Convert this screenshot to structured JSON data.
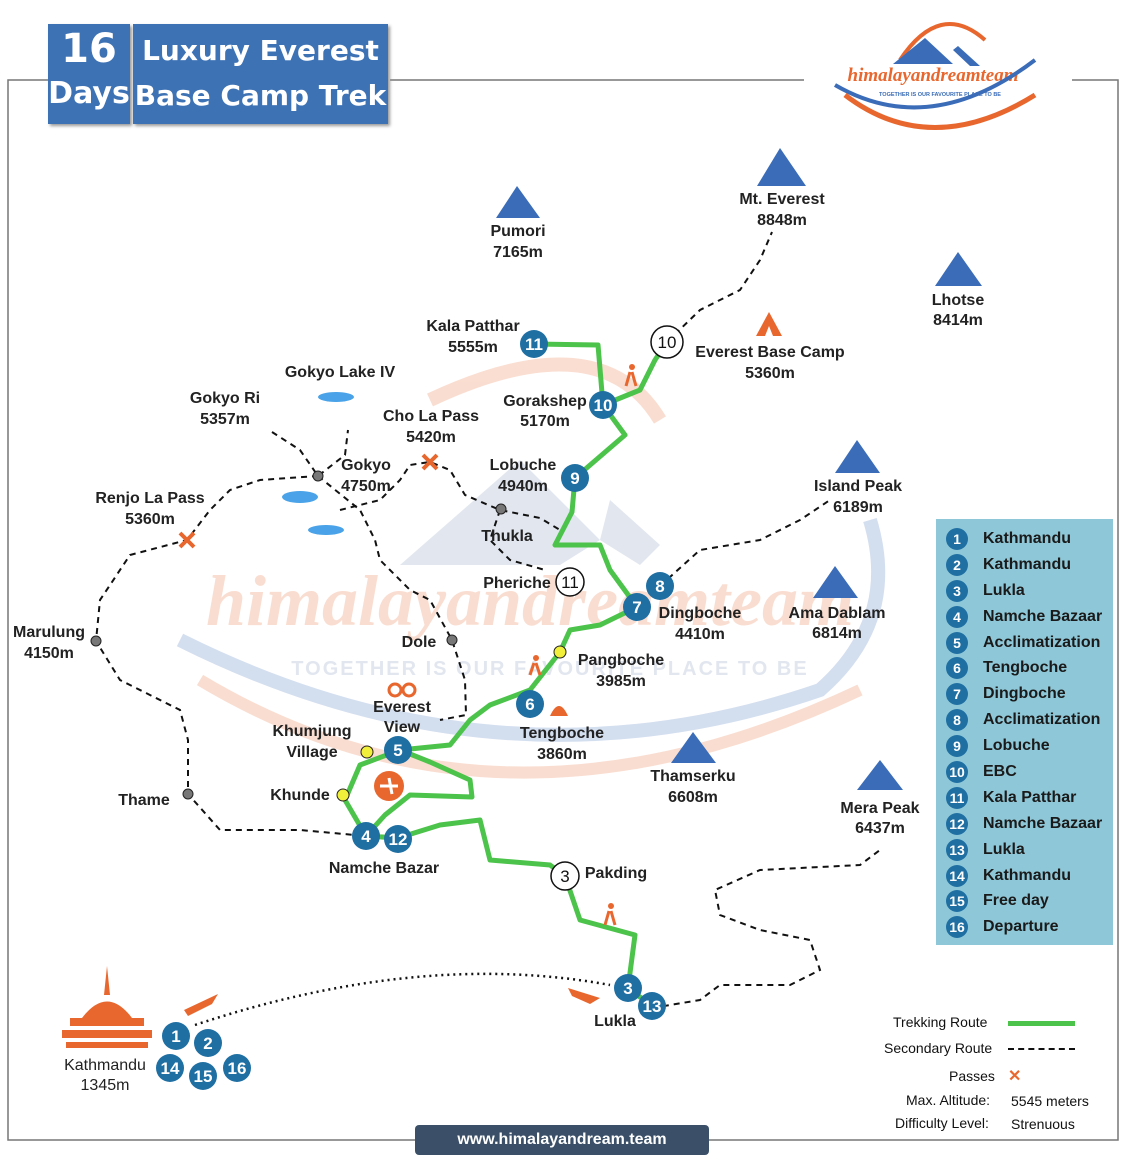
{
  "title": {
    "days_number": "16",
    "days_word": "Days",
    "line1": "Luxury Everest",
    "line2": "Base Camp Trek"
  },
  "logo": {
    "name": "himalayandreamteam",
    "tagline": "TOGETHER IS OUR FAVOURITE PLACE TO BE"
  },
  "watermark": {
    "name": "himalayandreamteam",
    "tagline": "TOGETHER IS OUR FAVOURITE PLACE TO BE"
  },
  "colors": {
    "trek_route": "#4cc34a",
    "mountain": "#3a6cb8",
    "badge": "#1f6fa3",
    "legend_bg": "#8ec8d8",
    "pass": "#e8672e",
    "accent_orange": "#e8672e"
  },
  "peaks": [
    {
      "name": "Pumori",
      "alt": "7165m"
    },
    {
      "name": "Mt. Everest",
      "alt": "8848m"
    },
    {
      "name": "Lhotse",
      "alt": "8414m"
    },
    {
      "name": "Island Peak",
      "alt": "6189m"
    },
    {
      "name": "Ama Dablam",
      "alt": "6814m"
    },
    {
      "name": "Thamserku",
      "alt": "6608m"
    },
    {
      "name": "Mera Peak",
      "alt": "6437m"
    }
  ],
  "places": [
    {
      "name": "Kala Patthar",
      "alt": "5555m"
    },
    {
      "name": "Everest Base Camp",
      "alt": "5360m"
    },
    {
      "name": "Gorakshep",
      "alt": "5170m"
    },
    {
      "name": "Gokyo Lake IV",
      "alt": ""
    },
    {
      "name": "Gokyo Ri",
      "alt": "5357m"
    },
    {
      "name": "Cho La Pass",
      "alt": "5420m"
    },
    {
      "name": "Gokyo",
      "alt": "4750m"
    },
    {
      "name": "Lobuche",
      "alt": "4940m"
    },
    {
      "name": "Renjo La Pass",
      "alt": "5360m"
    },
    {
      "name": "Thukla",
      "alt": ""
    },
    {
      "name": "Pheriche",
      "alt": ""
    },
    {
      "name": "Dingboche",
      "alt": "4410m"
    },
    {
      "name": "Marulung",
      "alt": "4150m"
    },
    {
      "name": "Dole",
      "alt": ""
    },
    {
      "name": "Pangboche",
      "alt": "3985m"
    },
    {
      "name": "Everest",
      "alt": "View"
    },
    {
      "name": "Khumjung",
      "alt": "Village"
    },
    {
      "name": "Tengboche",
      "alt": "3860m"
    },
    {
      "name": "Khunde",
      "alt": ""
    },
    {
      "name": "Thame",
      "alt": ""
    },
    {
      "name": "Namche Bazar",
      "alt": ""
    },
    {
      "name": "Pakding",
      "alt": ""
    },
    {
      "name": "Lukla",
      "alt": ""
    },
    {
      "name": "Kathmandu",
      "alt": "1345m"
    }
  ],
  "itinerary": [
    {
      "day": "1",
      "place": "Kathmandu"
    },
    {
      "day": "2",
      "place": "Kathmandu"
    },
    {
      "day": "3",
      "place": "Lukla"
    },
    {
      "day": "4",
      "place": "Namche Bazaar"
    },
    {
      "day": "5",
      "place": "Acclimatization"
    },
    {
      "day": "6",
      "place": "Tengboche"
    },
    {
      "day": "7",
      "place": "Dingboche"
    },
    {
      "day": "8",
      "place": "Acclimatization"
    },
    {
      "day": "9",
      "place": "Lobuche"
    },
    {
      "day": "10",
      "place": "EBC"
    },
    {
      "day": "11",
      "place": "Kala Patthar"
    },
    {
      "day": "12",
      "place": "Namche Bazaar"
    },
    {
      "day": "13",
      "place": "Lukla"
    },
    {
      "day": "14",
      "place": "Kathmandu"
    },
    {
      "day": "15",
      "place": "Free day"
    },
    {
      "day": "16",
      "place": "Departure"
    }
  ],
  "map_key": {
    "trekking_route": "Trekking Route",
    "secondary_route": "Secondary Route",
    "passes": "Passes",
    "max_alt_label": "Max. Altitude:",
    "max_alt_value": "5545 meters",
    "difficulty_label": "Difficulty Level:",
    "difficulty_value": "Strenuous"
  },
  "website": "www.himalayandream.team"
}
